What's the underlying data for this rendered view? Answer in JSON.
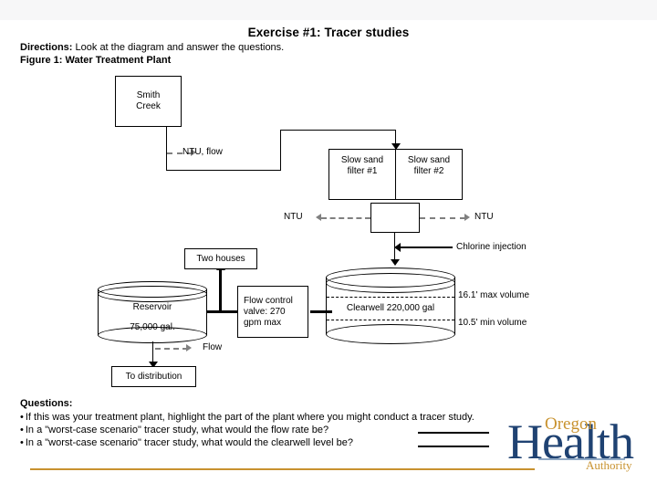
{
  "slide": {
    "title": "Exercise #1: Tracer studies",
    "directions_label": "Directions:",
    "directions_text": "Look at the diagram and answer the questions.",
    "figure_caption": "Figure 1: Water Treatment Plant"
  },
  "diagram": {
    "source_box": "Smith\nCreek",
    "source_line1": "Smith",
    "source_line2": "Creek",
    "ntu_flow_label": "NTU, flow",
    "filter1_line1": "Slow sand",
    "filter1_line2": "filter #1",
    "filter2_line1": "Slow sand",
    "filter2_line2": "filter #2",
    "ntu_left_label": "NTU",
    "ntu_right_label": "NTU",
    "chlorine_label": "Chlorine injection",
    "two_houses": "Two houses",
    "reservoir_name": "Reservoir",
    "reservoir_volume": "75,000 gal.",
    "flow_label": "Flow",
    "to_distribution": "To distribution",
    "valve_line1": "Flow control",
    "valve_line2": "valve: 270",
    "valve_line3": "gpm max",
    "clearwell_label": "Clearwell 220,000 gal",
    "max_volume_label": "16.1' max volume",
    "min_volume_label": "10.5' min volume"
  },
  "questions": {
    "heading": "Questions:",
    "items": [
      "If this was your treatment plant, highlight the part of the plant where you might conduct a tracer study.",
      "In a \"worst-case scenario\" tracer study, what would the flow rate be?",
      "In a \"worst-case scenario\" tracer study, what would the clearwell level be?"
    ],
    "bullet": "•"
  },
  "logo": {
    "oregon": "Oregon",
    "health": "Health",
    "authority": "Authority",
    "gold": "#c8922f",
    "navy": "#1f4272"
  },
  "colors": {
    "stroke": "#000000",
    "dashed_gray": "#808080",
    "background": "#ffffff"
  }
}
